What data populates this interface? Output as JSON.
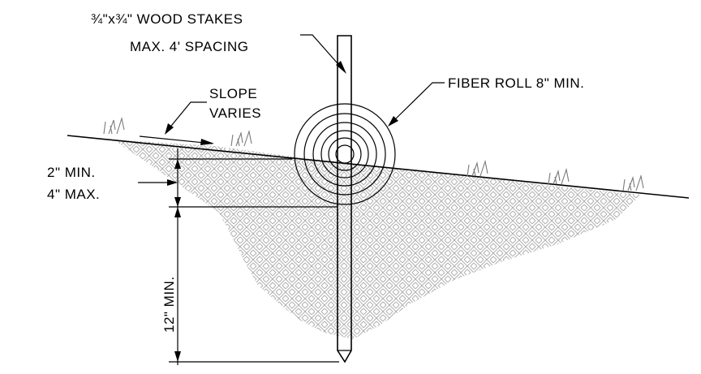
{
  "labels": {
    "stake_line1": "¾\"x¾\" WOOD STAKES",
    "stake_line2": "MAX. 4' SPACING",
    "fiber_roll": "FIBER ROLL 8\" MIN.",
    "slope_line1": "SLOPE",
    "slope_line2": "VARIES",
    "trench_line1": "2\" MIN.",
    "trench_line2": "4\" MAX.",
    "embed_depth": "12\" MIN."
  },
  "colors": {
    "ink": "#000000",
    "hatch": "#b0b0b0",
    "vegetation": "#7a7a7a"
  }
}
